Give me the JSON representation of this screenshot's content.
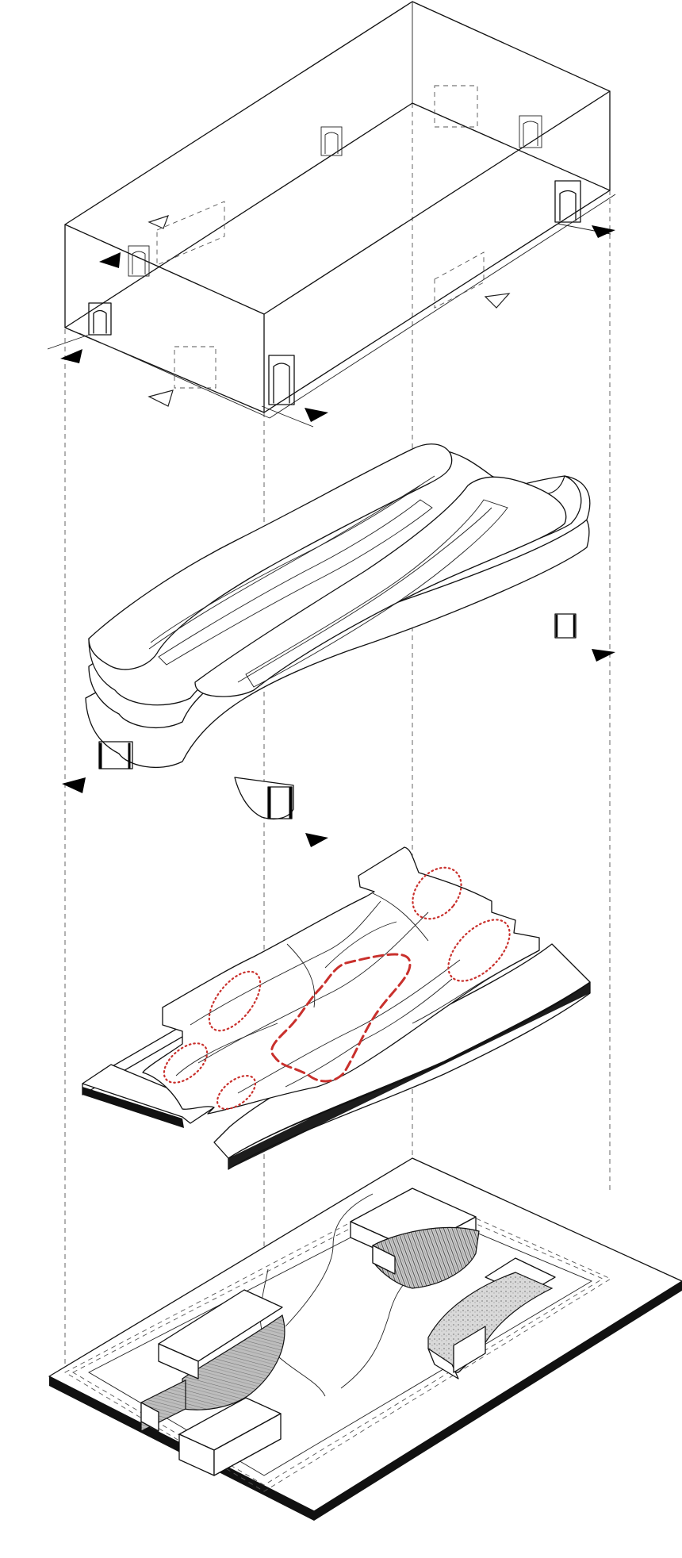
{
  "diagram": {
    "layers": [
      "enclosure-box",
      "stacked-floors",
      "topographic-surface",
      "site-base-plate"
    ],
    "colors": {
      "line": "#111111",
      "accent_red": "#c9302c",
      "background": "#ffffff"
    },
    "icons": [
      "entry-arrow-icon",
      "open-triangle-icon",
      "doorway-icon"
    ]
  }
}
